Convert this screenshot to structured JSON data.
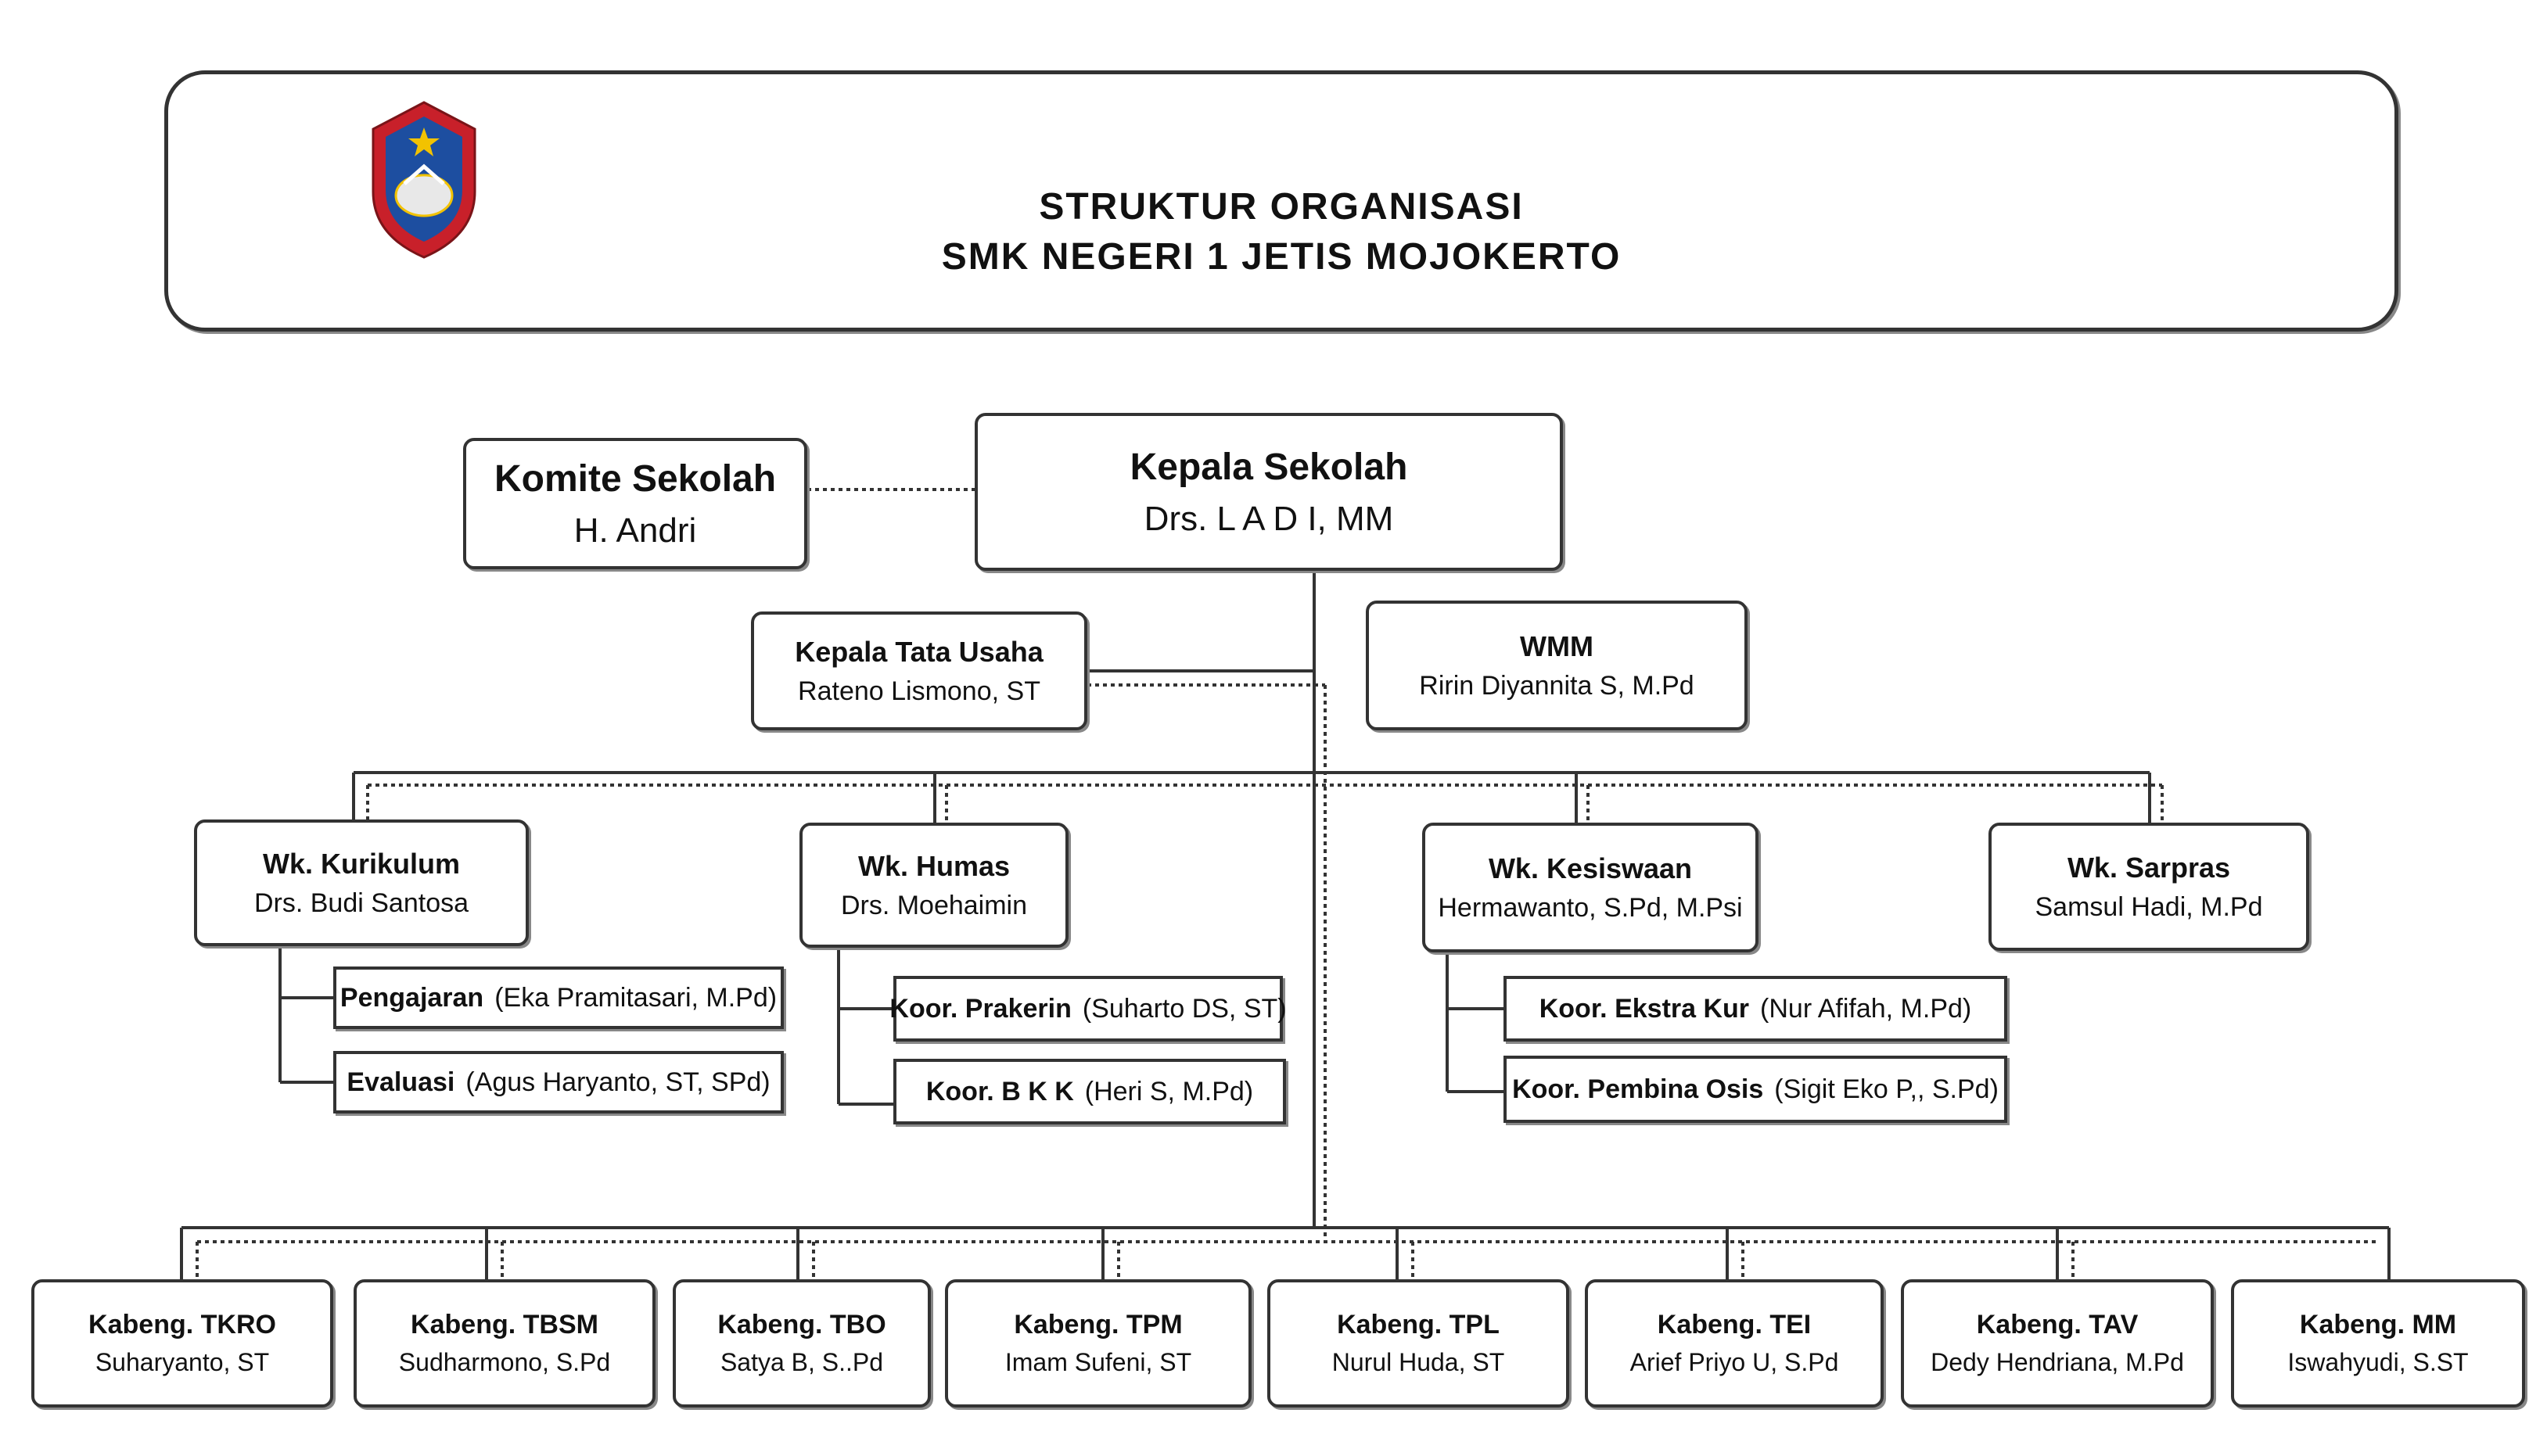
{
  "header": {
    "title_line1": "STRUKTUR ORGANISASI",
    "title_line2": "SMK NEGERI 1 JETIS MOJOKERTO"
  },
  "logo": {
    "colors": {
      "outer": "#c8202a",
      "inner": "#1d4ea0",
      "star": "#f2c200"
    }
  },
  "top": {
    "komite": {
      "title": "Komite Sekolah",
      "name": "H. Andri"
    },
    "kepala": {
      "title": "Kepala Sekolah",
      "name": "Drs. L A D I, MM"
    }
  },
  "staff": {
    "tata_usaha": {
      "title": "Kepala Tata Usaha",
      "name": "Rateno Lismono, ST"
    },
    "wmm": {
      "title": "WMM",
      "name": "Ririn Diyannita S, M.Pd"
    }
  },
  "wakasek": [
    {
      "title": "Wk. Kurikulum",
      "name": "Drs. Budi Santosa"
    },
    {
      "title": "Wk. Humas",
      "name": "Drs. Moehaimin"
    },
    {
      "title": "Wk. Kesiswaan",
      "name": "Hermawanto, S.Pd, M.Psi"
    },
    {
      "title": "Wk. Sarpras",
      "name": "Samsul Hadi, M.Pd"
    }
  ],
  "kurikulum_sub": [
    {
      "title": "Pengajaran",
      "name": "(Eka Pramitasari, M.Pd)"
    },
    {
      "title": "Evaluasi",
      "name": "(Agus Haryanto, ST, SPd)"
    }
  ],
  "humas_sub": [
    {
      "title": "Koor. Prakerin",
      "name": "(Suharto DS, ST)"
    },
    {
      "title": "Koor. B K K",
      "name": "(Heri S, M.Pd)"
    }
  ],
  "kesiswaan_sub": [
    {
      "title": "Koor. Ekstra Kur",
      "name": "(Nur Afifah, M.Pd)"
    },
    {
      "title": "Koor. Pembina Osis",
      "name": "(Sigit Eko P,, S.Pd)"
    }
  ],
  "kabeng": [
    {
      "title": "Kabeng. TKRO",
      "name": "Suharyanto, ST"
    },
    {
      "title": "Kabeng. TBSM",
      "name": "Sudharmono, S.Pd"
    },
    {
      "title": "Kabeng. TBO",
      "name": "Satya B, S..Pd"
    },
    {
      "title": "Kabeng. TPM",
      "name": "Imam Sufeni, ST"
    },
    {
      "title": "Kabeng. TPL",
      "name": "Nurul Huda, ST"
    },
    {
      "title": "Kabeng. TEI",
      "name": "Arief Priyo U, S.Pd"
    },
    {
      "title": "Kabeng. TAV",
      "name": "Dedy Hendriana, M.Pd"
    },
    {
      "title": "Kabeng. MM",
      "name": "Iswahyudi, S.ST"
    }
  ]
}
